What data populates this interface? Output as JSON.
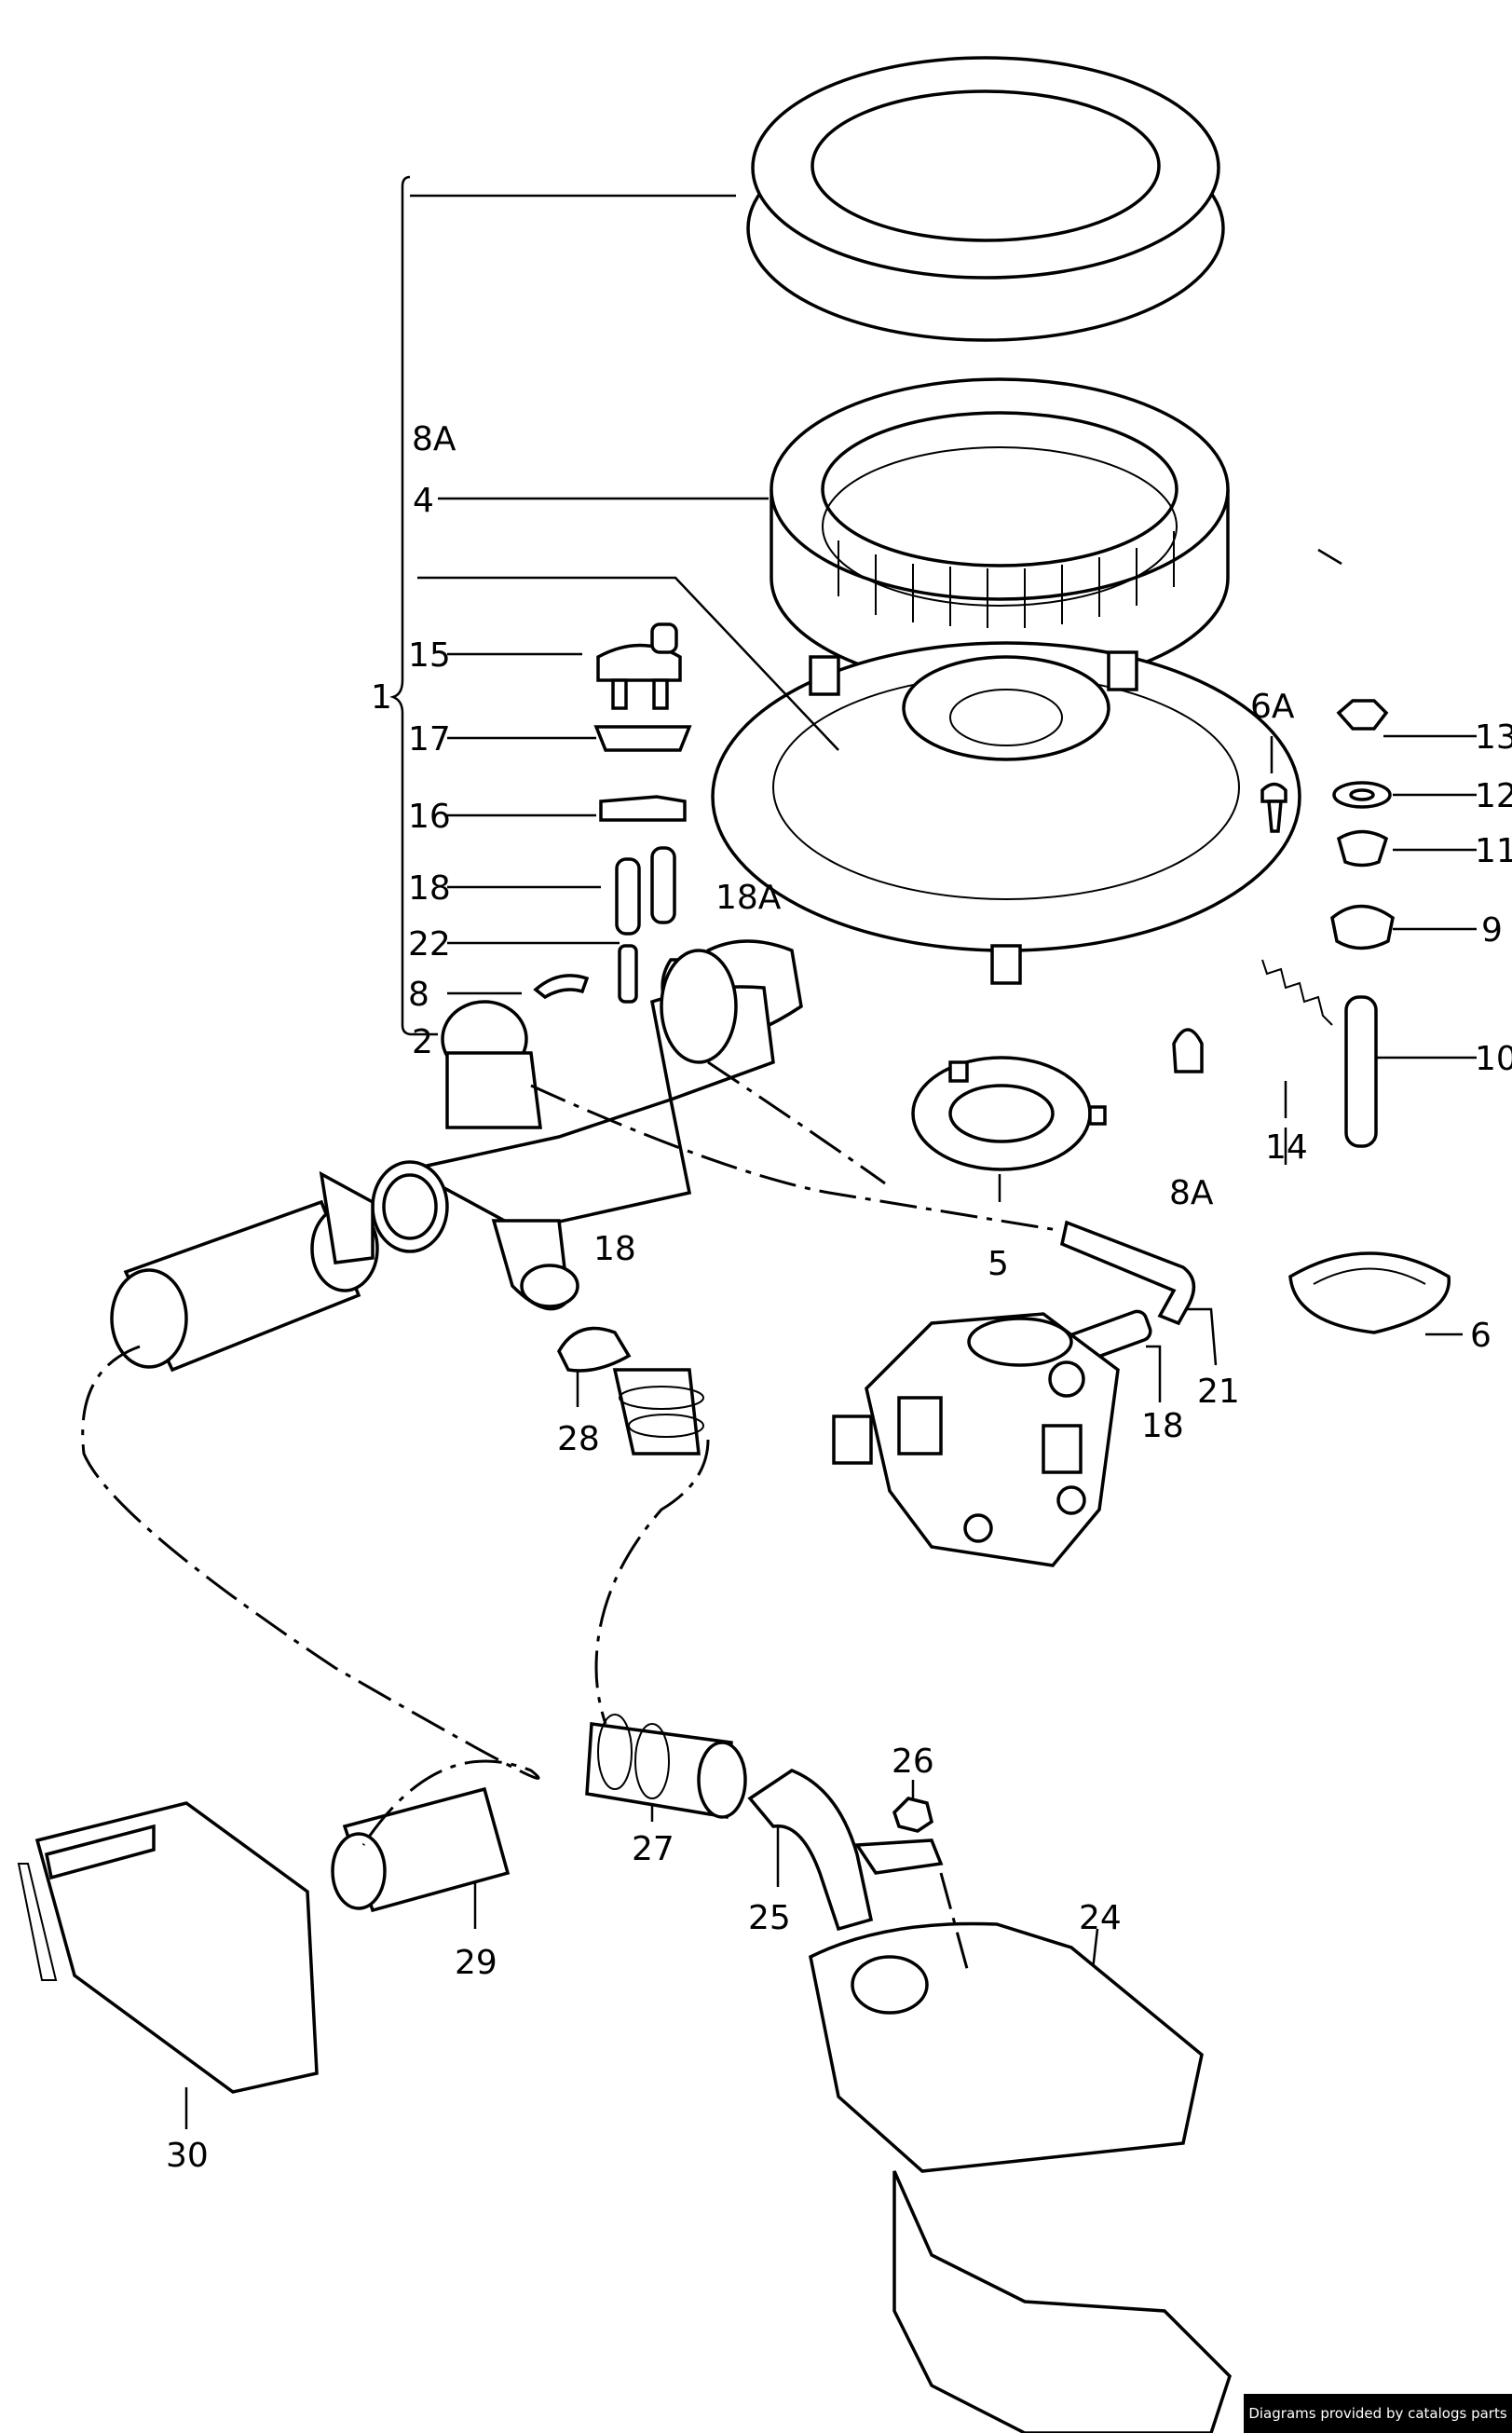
{
  "callouts": {
    "c8A_top": "8A",
    "c4": "4",
    "c15": "15",
    "c1": "1",
    "c17": "17",
    "c16": "16",
    "c18_left": "18",
    "c18A": "18A",
    "c22": "22",
    "c8": "8",
    "c2": "2",
    "c18_mid": "18",
    "c5": "5",
    "c6A": "6A",
    "c13": "13",
    "c12": "12",
    "c11": "11",
    "c9": "9",
    "c10": "10",
    "c14": "14",
    "c8A_bottom": "8A",
    "c6": "6",
    "c21": "21",
    "c18_right": "18",
    "c28": "28",
    "c26": "26",
    "c27": "27",
    "c25": "25",
    "c24": "24",
    "c29": "29",
    "c30": "30"
  },
  "footer": {
    "credit": "Diagrams provided by catalogs parts"
  }
}
